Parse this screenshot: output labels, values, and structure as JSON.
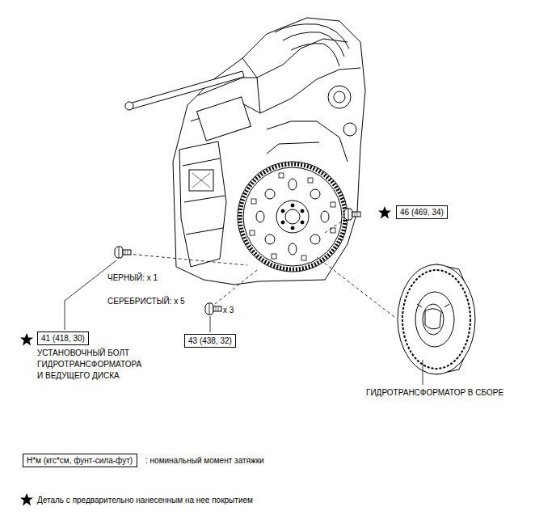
{
  "diagram": {
    "nodes": [
      {
        "text": [
          "46 (469, 34)"
        ]
      },
      {
        "text": [
          "41 (418, 30)"
        ]
      },
      {
        "text": [
          "43 (438, 32)"
        ]
      },
      {
        "text": [
          "Н*м (кгс*см, фунт-сила-фут)"
        ]
      }
    ],
    "labels": [
      "ЧЕРНЫЙ: x 1",
      "СЕРЕБРИСТЫЙ: x 5",
      "x 3",
      "УСТАНОВОЧНЫЙ БОЛТ ГИДРОТРАНСФОРМАТОРА И ВЕДУЩЕГО ДИСКА",
      "ГИДРОТРАНСФОРМАТОР В СБОРЕ",
      ": номинальный момент затяжки"
    ],
    "legend": [
      {
        "text": "Деталь с предварительно нанесенным на нее покрытием"
      }
    ]
  }
}
